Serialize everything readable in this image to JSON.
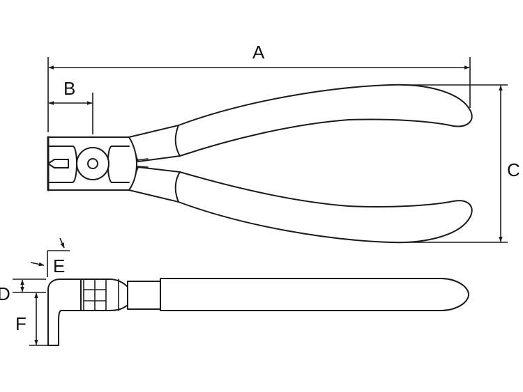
{
  "colors": {
    "line": "#1a1a1a",
    "fill": "#ffffff"
  },
  "dimensions": {
    "a": "A",
    "b": "B",
    "c": "C",
    "d": "D",
    "e": "E",
    "f": "F"
  }
}
